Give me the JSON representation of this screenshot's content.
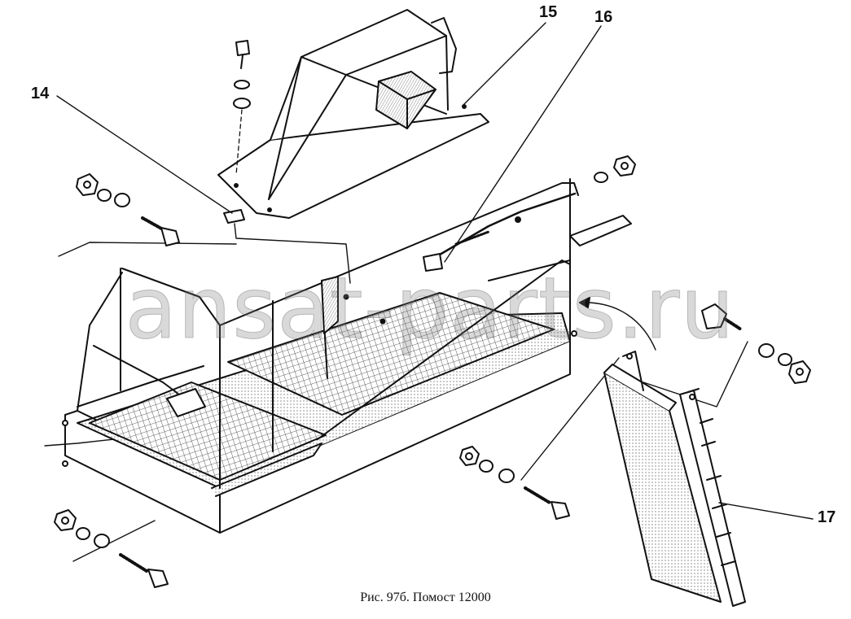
{
  "callouts": {
    "c14": "14",
    "c15": "15",
    "c16": "16",
    "c17": "17"
  },
  "caption": "Рис. 97б. Помост 12000",
  "watermark": "ansat-parts.ru",
  "colors": {
    "ink": "#111111",
    "paper": "#ffffff",
    "watermark": "#8a8a8a"
  }
}
